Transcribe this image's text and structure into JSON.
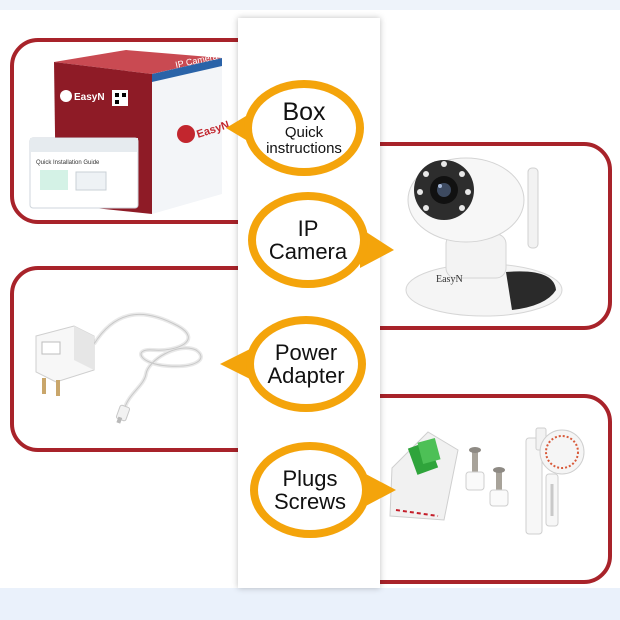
{
  "colors": {
    "frame_border": "#a8232a",
    "bubble_ring": "#f4a40b",
    "bubble_fill": "#ffffff",
    "column_bg": "#ffffff",
    "background_strips": "#eaf1fb"
  },
  "items": [
    {
      "title": "Box",
      "subtitle_line1": "Quick",
      "subtitle_line2": "instructions",
      "image": "product-box-image",
      "box_brand": "EasyN",
      "box_side_text": "IP Camera",
      "guide_label": "Quick Installation Guide"
    },
    {
      "title_line1": "IP",
      "title_line2": "Camera",
      "image": "ip-camera-image",
      "camera_brand": "EasyN"
    },
    {
      "title_line1": "Power",
      "title_line2": "Adapter",
      "image": "power-adapter-image"
    },
    {
      "title_line1": "Plugs",
      "title_line2": "Screws",
      "image": "mounting-hardware-image"
    }
  ]
}
